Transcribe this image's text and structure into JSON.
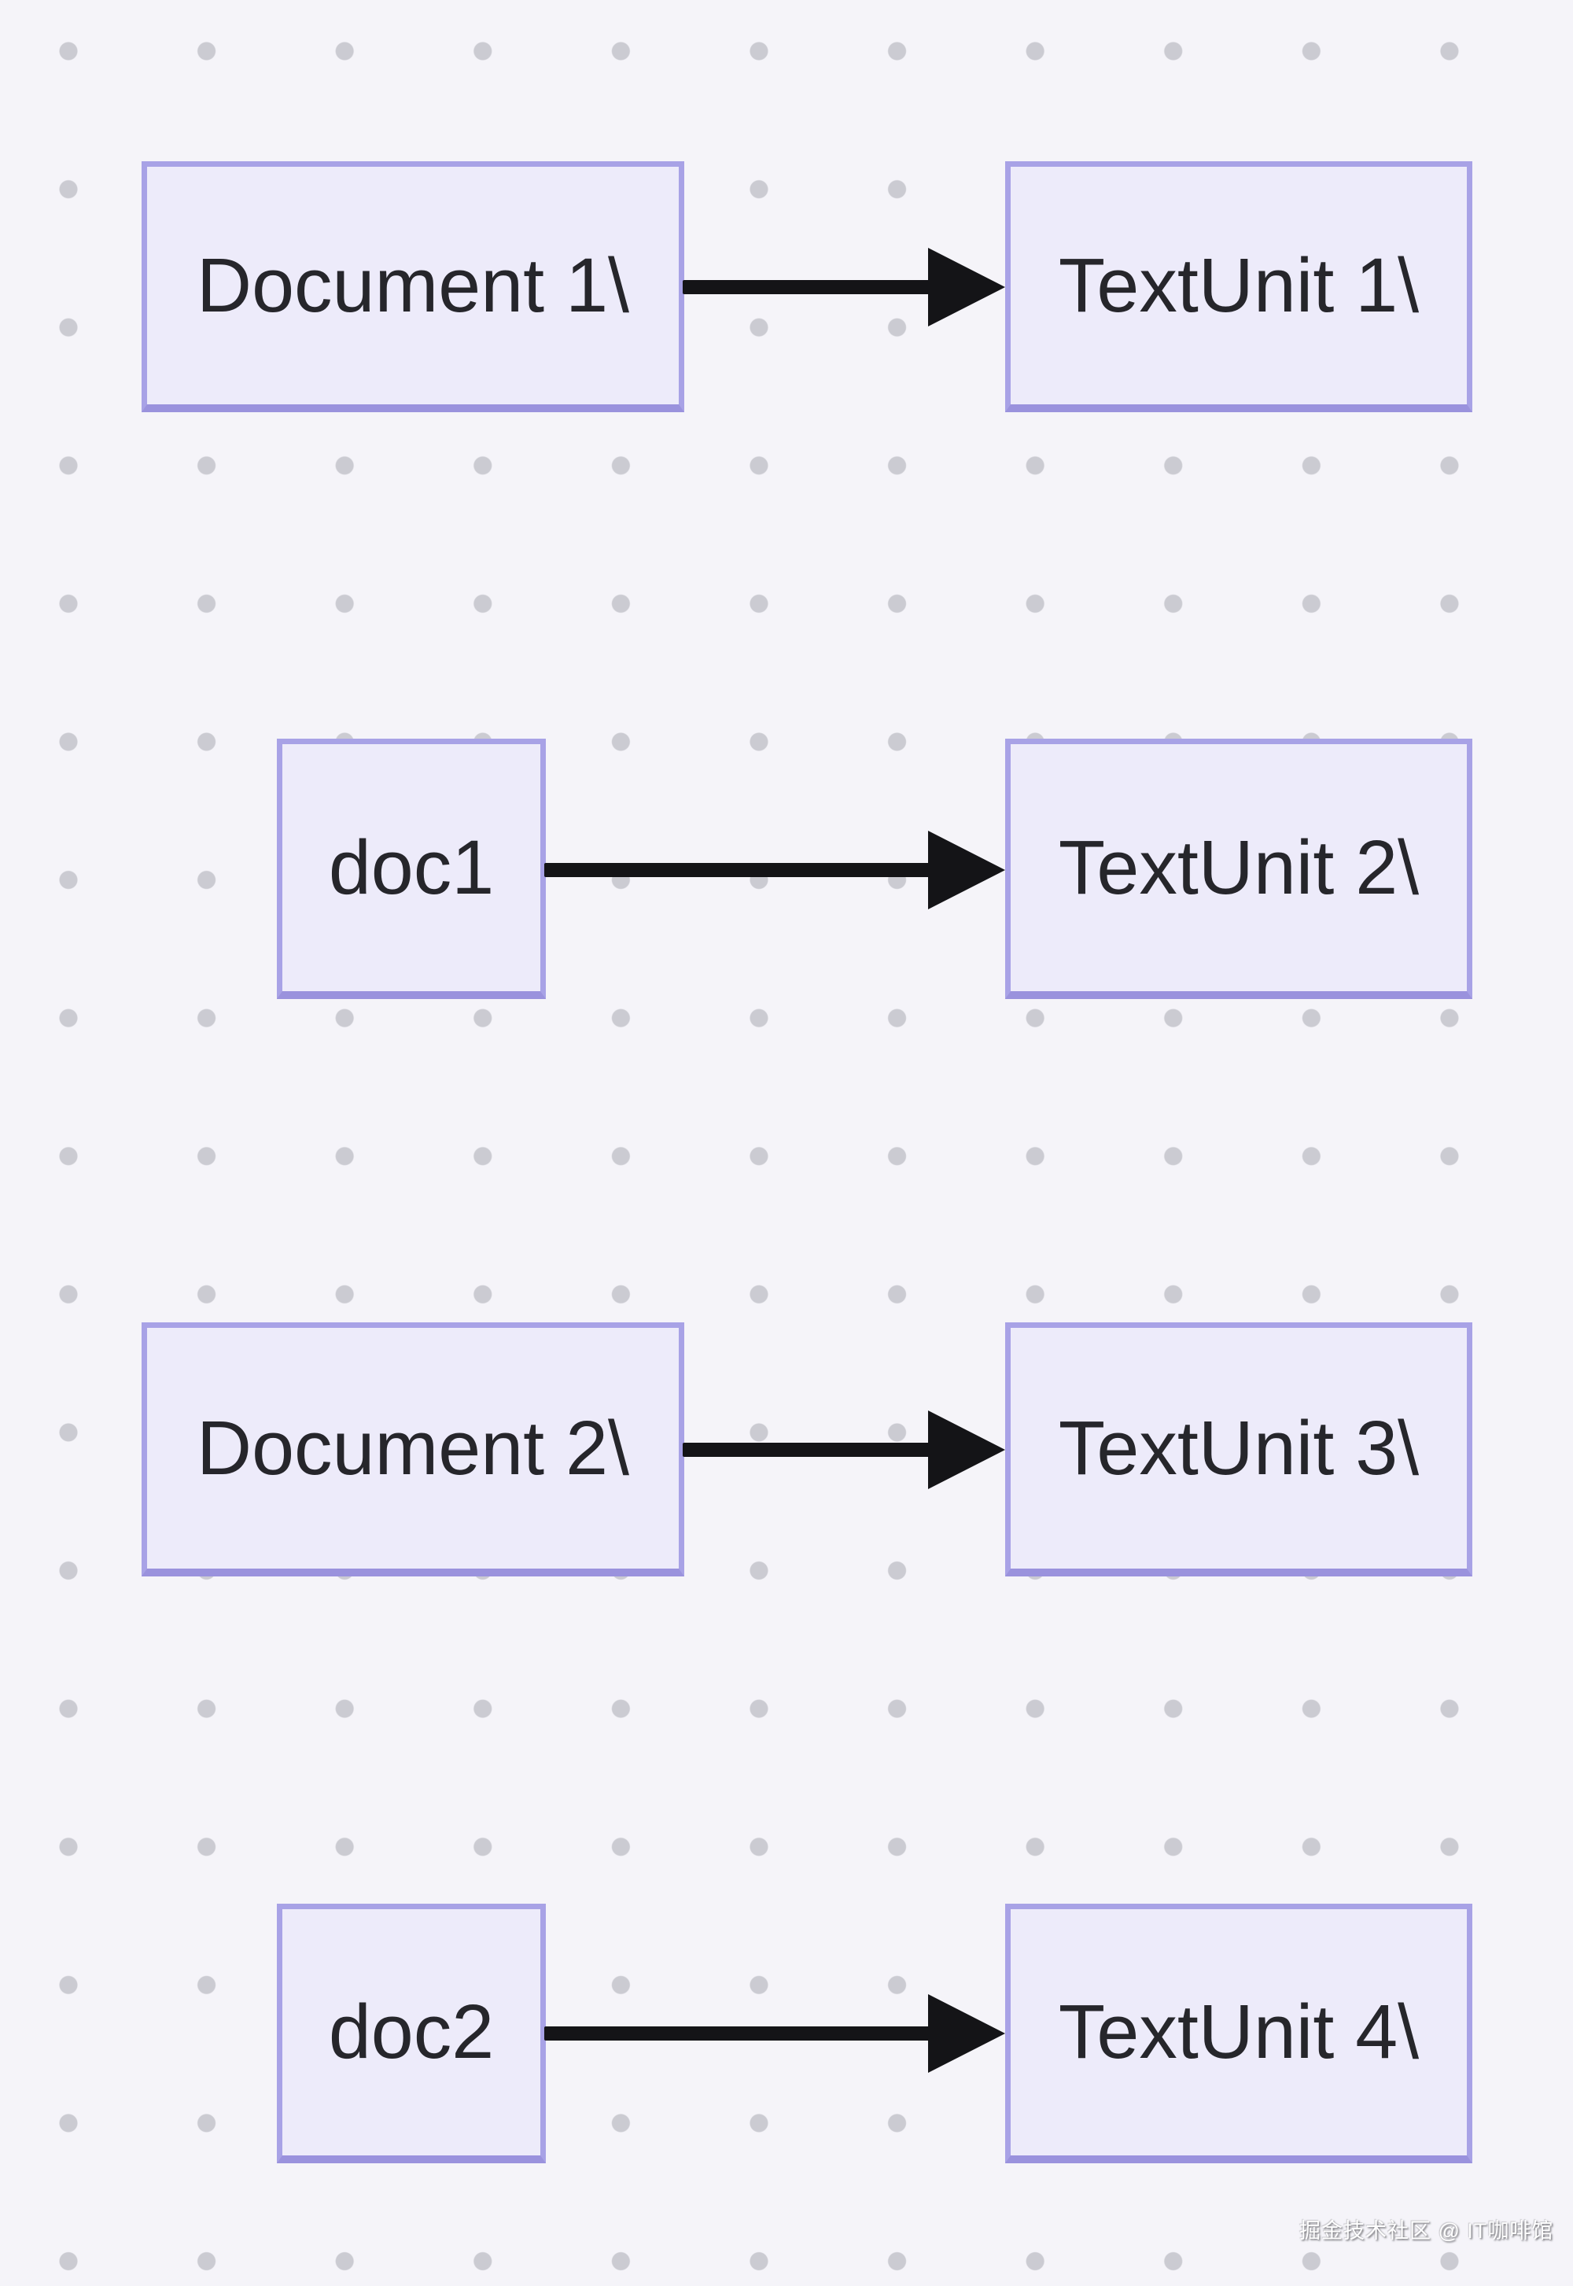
{
  "diagram": {
    "type": "flowchart-left-to-right",
    "rows": [
      {
        "source": {
          "label": "Document 1\\"
        },
        "target": {
          "label": "TextUnit 1\\"
        }
      },
      {
        "source": {
          "label": "doc1"
        },
        "target": {
          "label": "TextUnit 2\\"
        }
      },
      {
        "source": {
          "label": "Document 2\\"
        },
        "target": {
          "label": "TextUnit 3\\"
        }
      },
      {
        "source": {
          "label": "doc2"
        },
        "target": {
          "label": "TextUnit 4\\"
        }
      }
    ],
    "colors": {
      "background": "#f5f4f9",
      "grid_dot": "#cbcbd2",
      "node_fill": "#edebfa",
      "node_border": "#a8a2e6",
      "node_text": "#26262b",
      "arrow": "#141417"
    }
  },
  "watermark": {
    "text": "掘金技术社区 @ IT咖啡馆"
  }
}
